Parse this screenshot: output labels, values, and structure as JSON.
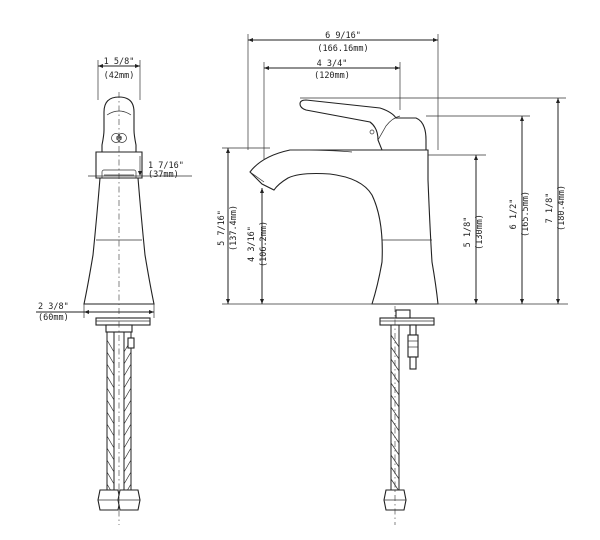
{
  "front_view": {
    "top_width": {
      "imperial": "1 5/8\"",
      "metric": "(42mm)"
    },
    "spout_height": {
      "imperial": "1 7/16\"",
      "metric": "(37mm)"
    },
    "base_width": {
      "imperial": "2 3/8\"",
      "metric": "(60mm)"
    },
    "handle_mark": "ОӨ"
  },
  "side_view": {
    "overall_width": {
      "imperial": "6 9/16\"",
      "metric": "(166.16mm)"
    },
    "reach": {
      "imperial": "4 3/4\"",
      "metric": "(120mm)"
    },
    "height_5_7_16": {
      "imperial": "5 7/16\"",
      "metric": "(137.4mm)"
    },
    "height_4_3_16": {
      "imperial": "4 3/16\"",
      "metric": "(106.2mm)"
    },
    "height_5_1_8": {
      "imperial": "5 1/8\"",
      "metric": "(130mm)"
    },
    "height_6_1_2": {
      "imperial": "6 1/2\"",
      "metric": "(165.5mm)"
    },
    "height_7_1_8": {
      "imperial": "7 1/8\"",
      "metric": "(180.4mm)"
    }
  }
}
